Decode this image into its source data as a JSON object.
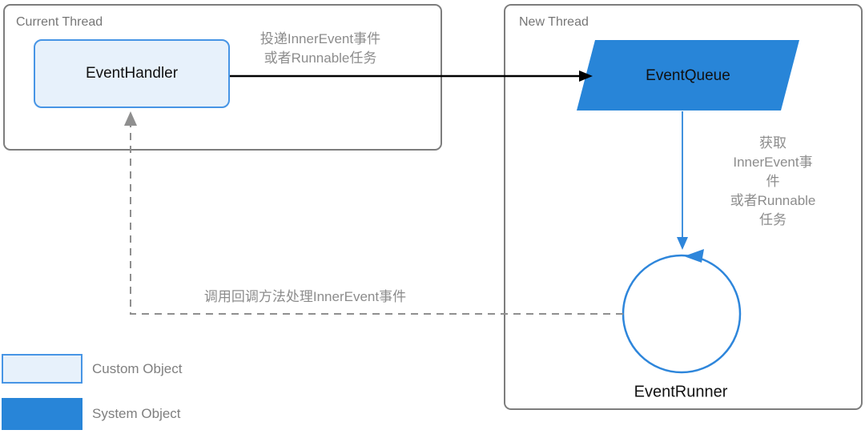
{
  "diagram": {
    "current_thread": {
      "title": "Current Thread",
      "handler_node": "EventHandler"
    },
    "new_thread": {
      "title": "New Thread",
      "queue_node": "EventQueue",
      "runner_node": "EventRunner"
    },
    "edges": {
      "post_label": "投递InnerEvent事件\n或者Runnable任务",
      "get_label": "获取InnerEvent事件\n或者Runnable任务",
      "callback_label": "调用回调方法处理InnerEvent事件"
    },
    "legend": [
      {
        "label": "Custom Object",
        "type": "custom"
      },
      {
        "label": "System Object",
        "type": "system"
      }
    ],
    "colors": {
      "system_object_fill": "#2885d8",
      "custom_object_fill": "#e7f1fb",
      "custom_object_border": "#4795e5",
      "blue_arrow": "#2e86db",
      "black_arrow": "#000000",
      "dashed_arrow_gray": "#8f8f8f",
      "thread_box_border": "#7d7d7d",
      "label_gray": "#8c8c8c"
    }
  }
}
